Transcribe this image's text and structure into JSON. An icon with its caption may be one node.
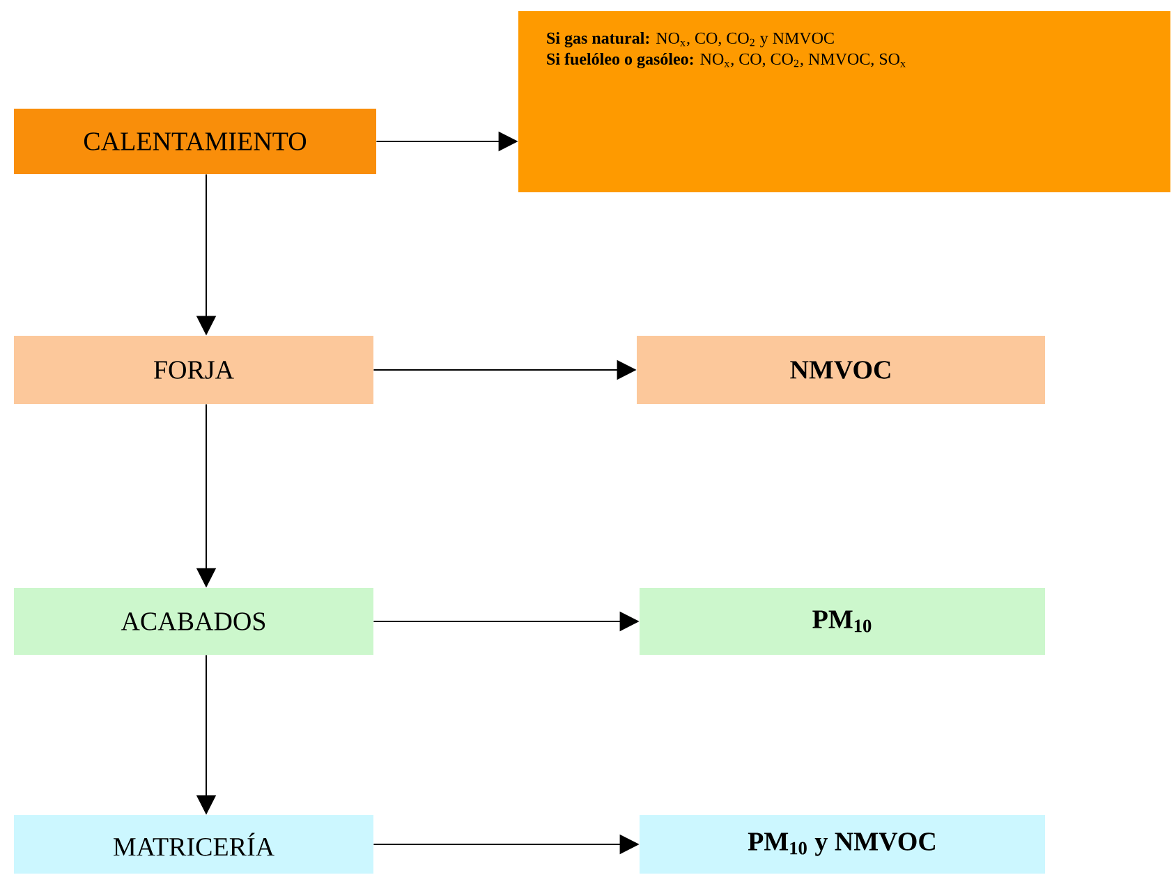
{
  "diagram": {
    "nodes": [
      {
        "text": [
          "CALENTAMIENTO"
        ]
      },
      {
        "text": [
          "**Si gas natural:** NO$_{x}$, CO, CO$_{2}$ y NMVOC",
          "**Si fuelóleo o gasóleo:** NO$_{x}$, CO, CO$_{2}$, NMVOC, SO$_{x}$"
        ]
      },
      {
        "text": [
          "FORJA"
        ]
      },
      {
        "text": [
          "NMVOC"
        ]
      },
      {
        "text": [
          "ACABADOS"
        ]
      },
      {
        "text": [
          "PM$_{10}$"
        ]
      },
      {
        "text": [
          "MATRICERÍA"
        ]
      },
      {
        "text": [
          "PM$_{10}$ y NMVOC"
        ]
      }
    ],
    "edges": [
      {
        "from": 0,
        "to": 1,
        "arrow": "to"
      },
      {
        "from": 0,
        "to": 2,
        "arrow": "to"
      },
      {
        "from": 2,
        "to": 3,
        "arrow": "to"
      },
      {
        "from": 2,
        "to": 4,
        "arrow": "to"
      },
      {
        "from": 4,
        "to": 5,
        "arrow": "to"
      },
      {
        "from": 4,
        "to": 6,
        "arrow": "to"
      },
      {
        "from": 6,
        "to": 7,
        "arrow": "to"
      }
    ]
  }
}
